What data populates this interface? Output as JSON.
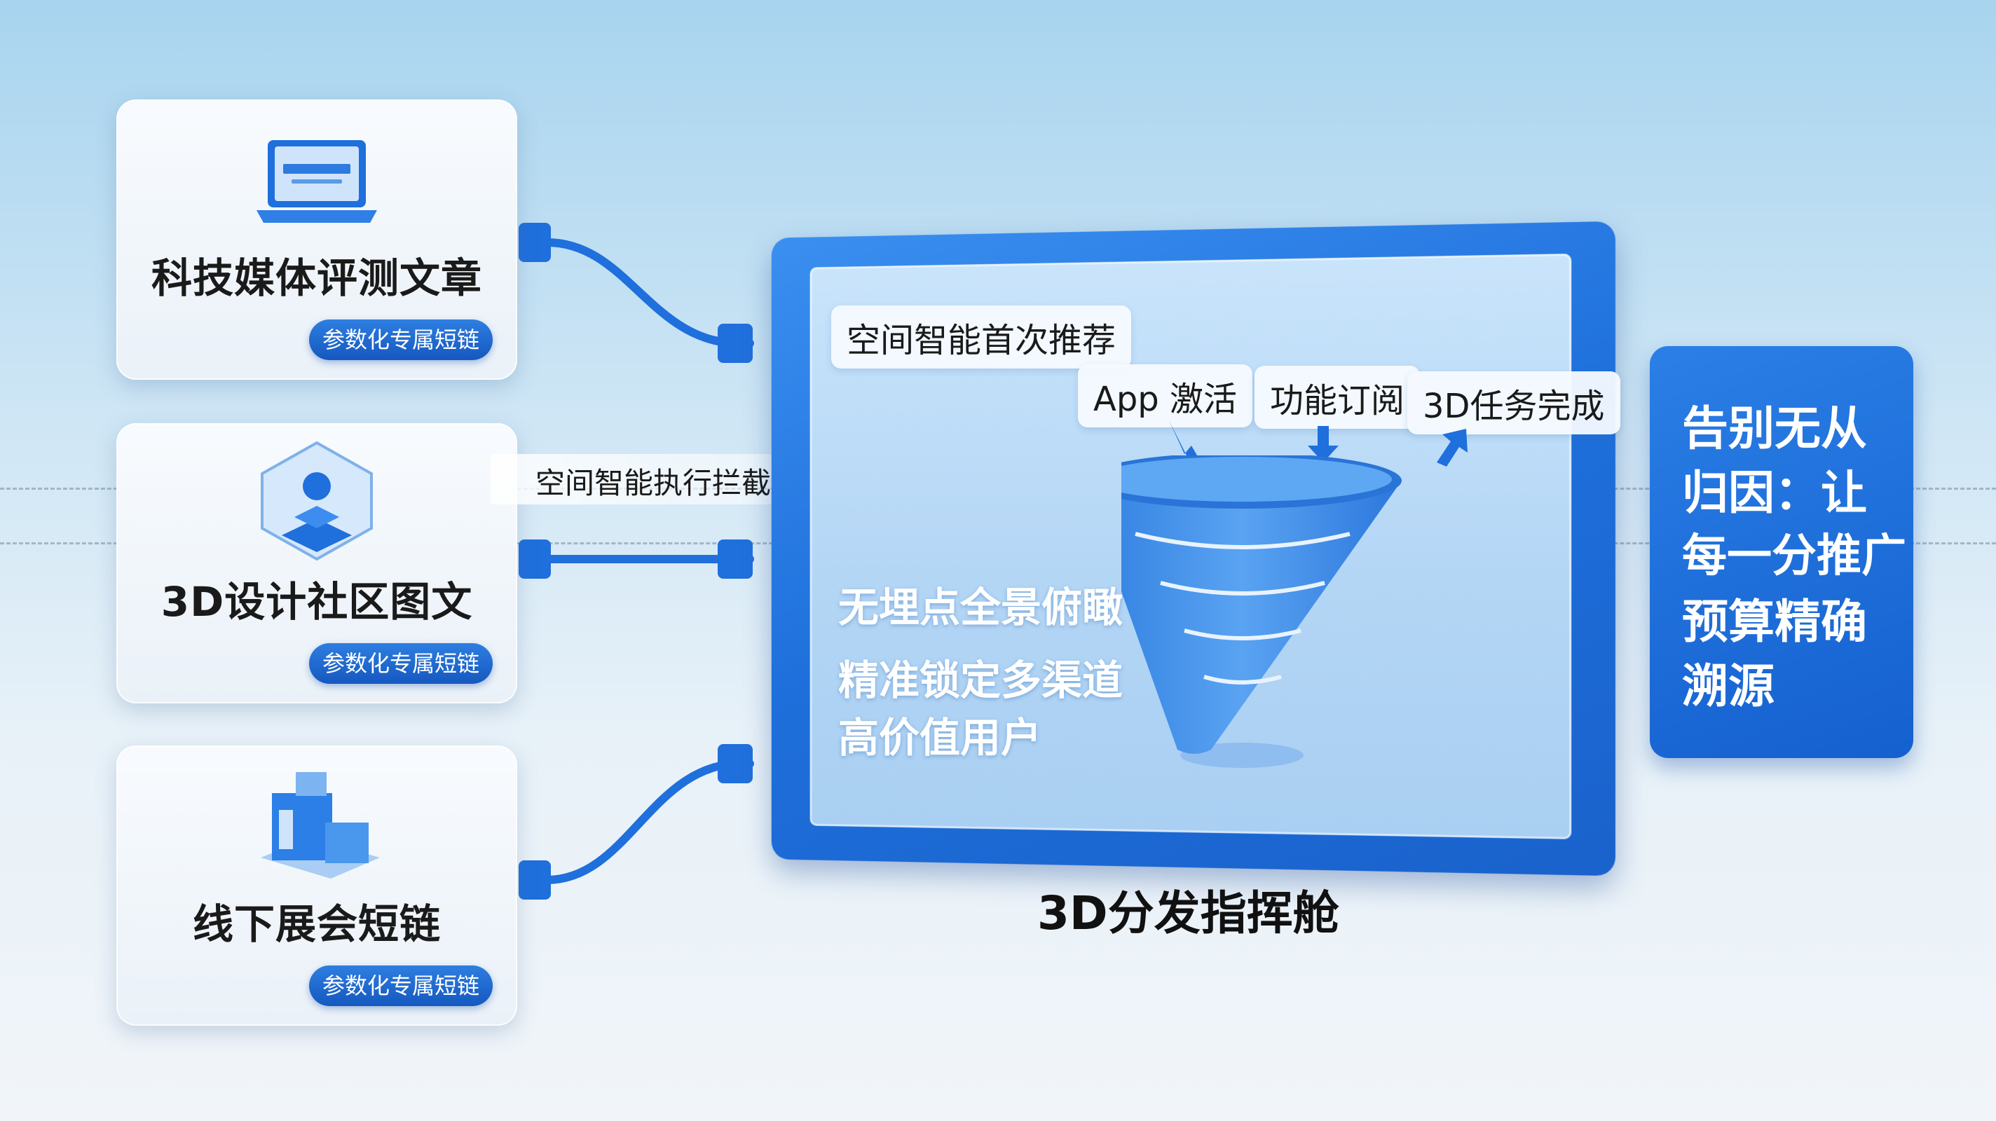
{
  "sources": [
    {
      "title": "科技媒体评测文章",
      "pill": "参数化专属短链",
      "icon": "laptop-icon"
    },
    {
      "title": "3D设计社区图文",
      "pill": "参数化专属短链",
      "icon": "3d-model-icon"
    },
    {
      "title": "线下展会短链",
      "pill": "参数化专属短链",
      "icon": "building-icon"
    }
  ],
  "intercept_label": "空间智能执行拦截",
  "screen": {
    "top_tag": "空间智能首次推荐",
    "funnel_tags": [
      "App 激活",
      "功能订阅",
      "3D任务完成"
    ],
    "lines": [
      "无埋点全景俯瞰",
      "精准锁定多渠道",
      "高价值用户"
    ],
    "icon": "funnel-icon"
  },
  "caption": "3D分发指挥舱",
  "slogan": {
    "lines": [
      "告别无从",
      "归因：让",
      "每一分推广",
      "预算精确",
      "溯源"
    ]
  },
  "colors": {
    "primary_blue": "#1e6fdb",
    "accent_blue": "#2e7ee0",
    "screen_light": "#c9e4fb",
    "text_dark": "#1a1a1a"
  }
}
